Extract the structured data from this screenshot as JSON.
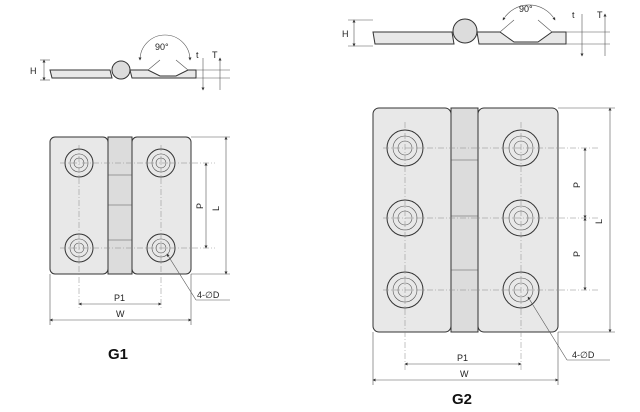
{
  "figure": {
    "g1": {
      "caption": "G1",
      "side": {
        "angle": "90°",
        "h": "H",
        "t": "t",
        "T": "T"
      },
      "front": {
        "p": "P",
        "l": "L",
        "p1": "P1",
        "w": "W",
        "hole": "4-∅D"
      }
    },
    "g2": {
      "caption": "G2",
      "side": {
        "angle": "90°",
        "h": "H",
        "t": "t",
        "T": "T"
      },
      "front": {
        "p_upper": "P",
        "p_lower": "P",
        "l": "L",
        "p1": "P1",
        "w": "W",
        "hole": "4-∅D"
      }
    }
  }
}
